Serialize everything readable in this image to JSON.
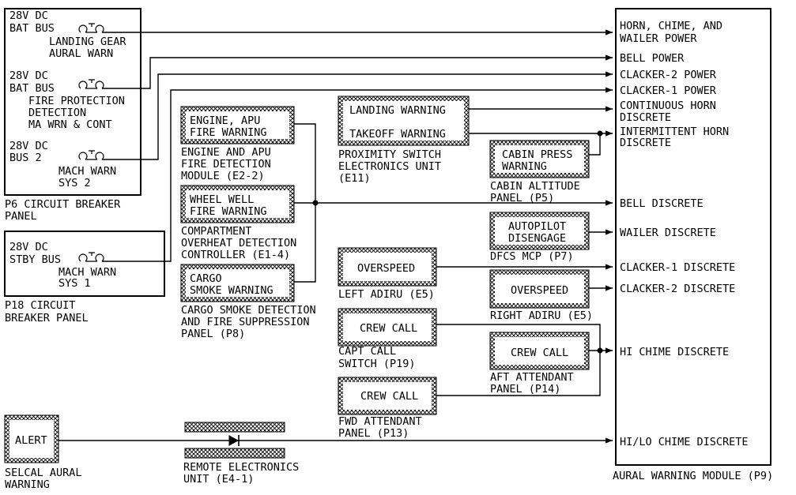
{
  "p6_panel": {
    "bus1_line1": "28V DC",
    "bus1_line2": "BAT BUS",
    "breaker1_line1": "LANDING GEAR",
    "breaker1_line2": "AURAL WARN",
    "bus2_line1": "28V DC",
    "bus2_line2": "BAT BUS",
    "breaker2_line1": "FIRE PROTECTION",
    "breaker2_line2": "DETECTION",
    "breaker2_line3": "MA WRN & CONT",
    "bus3_line1": "28V DC",
    "bus3_line2": "BUS 2",
    "breaker3_line1": "MACH WARN",
    "breaker3_line2": "SYS 2",
    "caption_line1": "P6 CIRCUIT BREAKER",
    "caption_line2": "PANEL"
  },
  "p18_panel": {
    "bus_line1": "28V DC",
    "bus_line2": "STBY BUS",
    "breaker_line1": "MACH WARN",
    "breaker_line2": "SYS 1",
    "caption_line1": "P18 CIRCUIT",
    "caption_line2": "BREAKER PANEL"
  },
  "fire_module": {
    "label_line1": "ENGINE, APU",
    "label_line2": "FIRE WARNING",
    "caption_line1": "ENGINE AND APU",
    "caption_line2": "FIRE DETECTION",
    "caption_line3": "MODULE (E2-2)"
  },
  "overheat_controller": {
    "label_line1": "WHEEL WELL",
    "label_line2": "FIRE WARNING",
    "caption_line1": "COMPARTMENT",
    "caption_line2": "OVERHEAT DETECTION",
    "caption_line3": "CONTROLLER (E1-4)"
  },
  "cargo_panel": {
    "label_line1": "CARGO",
    "label_line2": "SMOKE WARNING",
    "caption_line1": "CARGO SMOKE DETECTION",
    "caption_line2": "AND FIRE SUPPRESSION",
    "caption_line3": "PANEL (P8)"
  },
  "proximity_unit": {
    "label_line1": "LANDING WARNING",
    "label_line2": "TAKEOFF WARNING",
    "caption_line1": "PROXIMITY SWITCH",
    "caption_line2": "ELECTRONICS UNIT",
    "caption_line3": "(E11)"
  },
  "cabin_altitude": {
    "label_line1": "CABIN PRESS",
    "label_line2": "WARNING",
    "caption_line1": "CABIN ALTITUDE",
    "caption_line2": "PANEL (P5)"
  },
  "dfcs_mcp": {
    "label_line1": "AUTOPILOT",
    "label_line2": "DISENGAGE",
    "caption": "DFCS MCP (P7)"
  },
  "left_adiru": {
    "label": "OVERSPEED",
    "caption": "LEFT ADIRU (E5)"
  },
  "right_adiru": {
    "label": "OVERSPEED",
    "caption": "RIGHT ADIRU (E5)"
  },
  "capt_call": {
    "label": "CREW CALL",
    "caption_line1": "CAPT CALL",
    "caption_line2": "SWITCH (P19)"
  },
  "aft_attendant": {
    "label": "CREW CALL",
    "caption_line1": "AFT ATTENDANT",
    "caption_line2": "PANEL (P14)"
  },
  "fwd_attendant": {
    "label": "CREW CALL",
    "caption_line1": "FWD ATTENDANT",
    "caption_line2": "PANEL (P13)"
  },
  "selcal": {
    "label": "ALERT",
    "caption_line1": "SELCAL AURAL",
    "caption_line2": "WARNING"
  },
  "remote_electronics": {
    "caption_line1": "REMOTE ELECTRONICS",
    "caption_line2": "UNIT (E4-1)"
  },
  "aural_module": {
    "inputs": {
      "horn_chime_l1": "HORN, CHIME, AND",
      "horn_chime_l2": "WAILER POWER",
      "bell_power": "BELL POWER",
      "clacker2_power": "CLACKER-2 POWER",
      "clacker1_power": "CLACKER-1 POWER",
      "cont_horn_l1": "CONTINUOUS HORN",
      "cont_horn_l2": "DISCRETE",
      "int_horn_l1": "INTERMITTENT HORN",
      "int_horn_l2": "DISCRETE",
      "bell_discrete": "BELL DISCRETE",
      "wailer_discrete": "WAILER DISCRETE",
      "clacker1_discrete": "CLACKER-1 DISCRETE",
      "clacker2_discrete": "CLACKER-2 DISCRETE",
      "hi_chime": "HI CHIME DISCRETE",
      "hilo_chime": "HI/LO CHIME DISCRETE"
    },
    "caption": "AURAL WARNING MODULE (P9)"
  }
}
